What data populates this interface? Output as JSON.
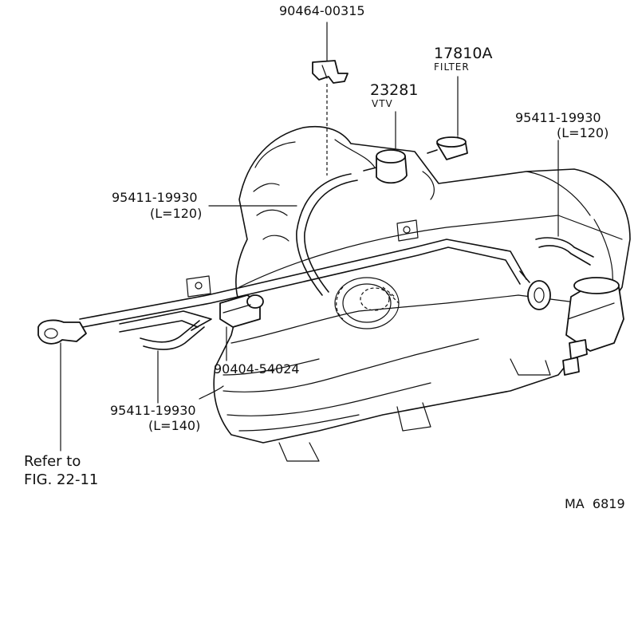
{
  "callouts": {
    "clip": "90464-00315",
    "filter_part": "17810A",
    "filter_name": "FILTER",
    "vtv_part": "23281",
    "vtv_name": "VTV",
    "hose_right_part": "95411-19930",
    "hose_right_len": "(L=120)",
    "hose_left_part": "95411-19930",
    "hose_left_len": "(L=120)",
    "plug_part": "90404-54024",
    "hose_bottom_part": "95411-19930",
    "hose_bottom_len": "(L=140)",
    "refer_line1": "Refer to",
    "refer_line2": "FIG. 22-11"
  },
  "figure_code": "MA  6819"
}
